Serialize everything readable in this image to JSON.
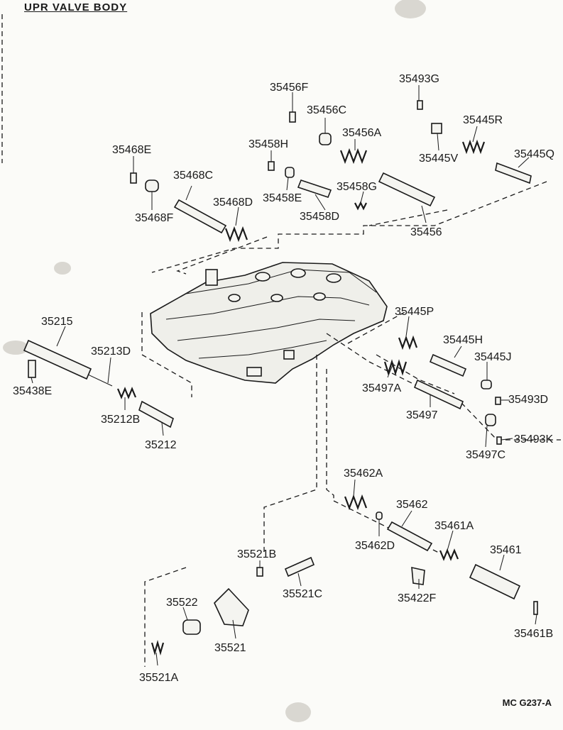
{
  "title": "UPR VALVE BODY",
  "figure_code": "MC G237-A",
  "parts": [
    {
      "key": "p35456F",
      "label": "35456F"
    },
    {
      "key": "p35493G",
      "label": "35493G"
    },
    {
      "key": "p35456C",
      "label": "35456C"
    },
    {
      "key": "p35445R",
      "label": "35445R"
    },
    {
      "key": "p35456A",
      "label": "35456A"
    },
    {
      "key": "p35468E",
      "label": "35468E"
    },
    {
      "key": "p35458H",
      "label": "35458H"
    },
    {
      "key": "p35445V",
      "label": "35445V"
    },
    {
      "key": "p35445Q",
      "label": "35445Q"
    },
    {
      "key": "p35468C",
      "label": "35468C"
    },
    {
      "key": "p35458G",
      "label": "35458G"
    },
    {
      "key": "p35458E",
      "label": "35458E"
    },
    {
      "key": "p35468D",
      "label": "35468D"
    },
    {
      "key": "p35468F",
      "label": "35468F"
    },
    {
      "key": "p35458D",
      "label": "35458D"
    },
    {
      "key": "p35456",
      "label": "35456"
    },
    {
      "key": "p35445P",
      "label": "35445P"
    },
    {
      "key": "p35215",
      "label": "35215"
    },
    {
      "key": "p35445H",
      "label": "35445H"
    },
    {
      "key": "p35213D",
      "label": "35213D"
    },
    {
      "key": "p35445J",
      "label": "35445J"
    },
    {
      "key": "p35497A",
      "label": "35497A"
    },
    {
      "key": "p35438E",
      "label": "35438E"
    },
    {
      "key": "p35493D",
      "label": "35493D"
    },
    {
      "key": "p35497",
      "label": "35497"
    },
    {
      "key": "p35212B",
      "label": "35212B"
    },
    {
      "key": "p35212",
      "label": "35212"
    },
    {
      "key": "p35493K",
      "label": "35493K"
    },
    {
      "key": "p35497C",
      "label": "35497C"
    },
    {
      "key": "p35462A",
      "label": "35462A"
    },
    {
      "key": "p35462",
      "label": "35462"
    },
    {
      "key": "p35461A",
      "label": "35461A"
    },
    {
      "key": "p35462D",
      "label": "35462D"
    },
    {
      "key": "p35461",
      "label": "35461"
    },
    {
      "key": "p35521B",
      "label": "35521B"
    },
    {
      "key": "p35521C",
      "label": "35521C"
    },
    {
      "key": "p35422F",
      "label": "35422F"
    },
    {
      "key": "p35522",
      "label": "35522"
    },
    {
      "key": "p35521",
      "label": "35521"
    },
    {
      "key": "p35461B",
      "label": "35461B"
    },
    {
      "key": "p35521A",
      "label": "35521A"
    }
  ]
}
